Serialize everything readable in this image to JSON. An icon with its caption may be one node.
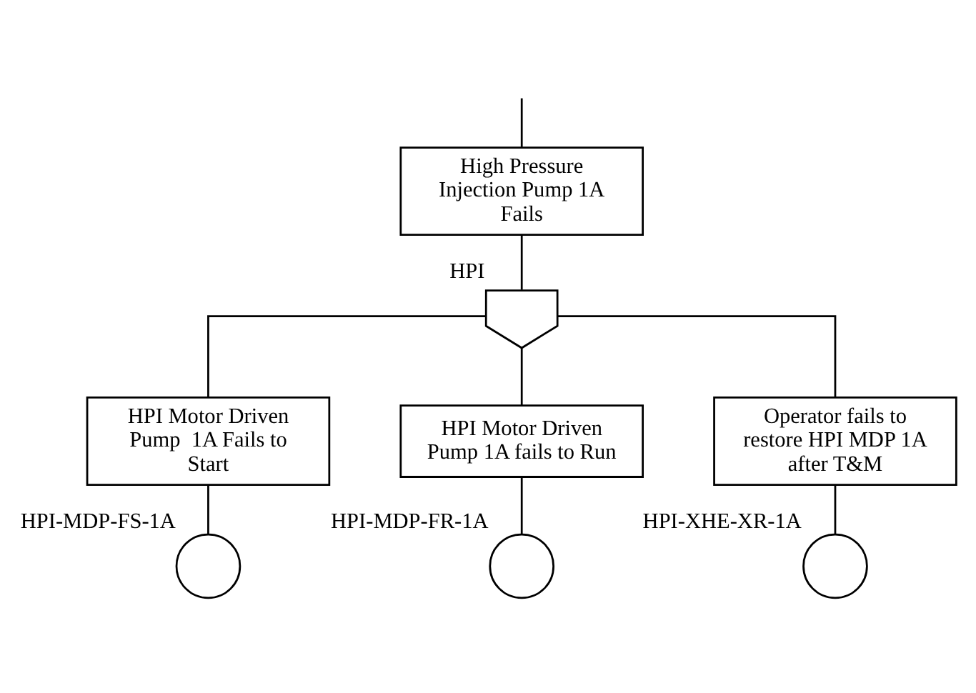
{
  "diagram": {
    "nodes": [
      {
        "text": [
          "High Pressure Injection Pump 1A Fails"
        ]
      },
      {
        "text": [],
        "shape": "gate",
        "beside": [
          "HPI"
        ]
      },
      {
        "text": [
          "HPI Motor Driven Pump  1A Fails to Start"
        ]
      },
      {
        "text": [
          "HPI Motor Driven Pump 1A fails to Run"
        ]
      },
      {
        "text": [
          "Operator fails to restore HPI MDP 1A after T&M"
        ]
      },
      {
        "text": [],
        "shape": "circle",
        "beside": [
          "HPI-MDP-FS-1A"
        ]
      },
      {
        "text": [],
        "shape": "circle",
        "beside": [
          "HPI-MDP-FR-1A"
        ]
      },
      {
        "text": [],
        "shape": "circle",
        "beside": [
          "HPI-XHE-XR-1A"
        ]
      }
    ],
    "edges": [
      {
        "from": null,
        "to": 0,
        "arrow": "none"
      },
      {
        "from": 0,
        "to": 1,
        "arrow": "none"
      },
      {
        "from": 1,
        "to": 2,
        "arrow": "none"
      },
      {
        "from": 1,
        "to": 3,
        "arrow": "none"
      },
      {
        "from": 1,
        "to": 4,
        "arrow": "none"
      },
      {
        "from": 2,
        "to": 5,
        "arrow": "none"
      },
      {
        "from": 3,
        "to": 6,
        "arrow": "none"
      },
      {
        "from": 4,
        "to": 7,
        "arrow": "none"
      }
    ]
  }
}
